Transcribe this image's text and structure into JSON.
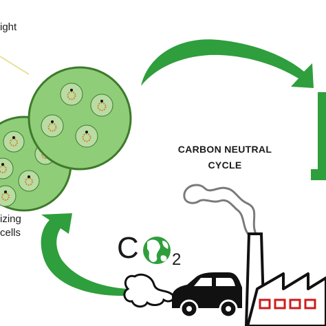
{
  "labels": {
    "sunlight": "ight",
    "cells_line1": "izing",
    "cells_line2": "cells",
    "title_line1": "CARBON NEUTRAL",
    "title_line2": "CYCLE",
    "co2_c": "C",
    "co2_sub": "2"
  },
  "colors": {
    "arrow_green": "#2f9e3c",
    "cell_fill": "#8fcd79",
    "cell_border": "#3d7a2a",
    "nucleus_ring": "#b8dca4",
    "chloroplast": "#d9822b",
    "smoke_outline": "#7a7a7a",
    "car_black": "#111111",
    "factory_window": "#d21a1a",
    "sun_ray": "#e8e29a"
  },
  "icons": [
    "earth-globe-icon",
    "car-icon",
    "factory-icon",
    "smoke-icon",
    "algae-cell-icon",
    "cycle-arrow-icon"
  ]
}
